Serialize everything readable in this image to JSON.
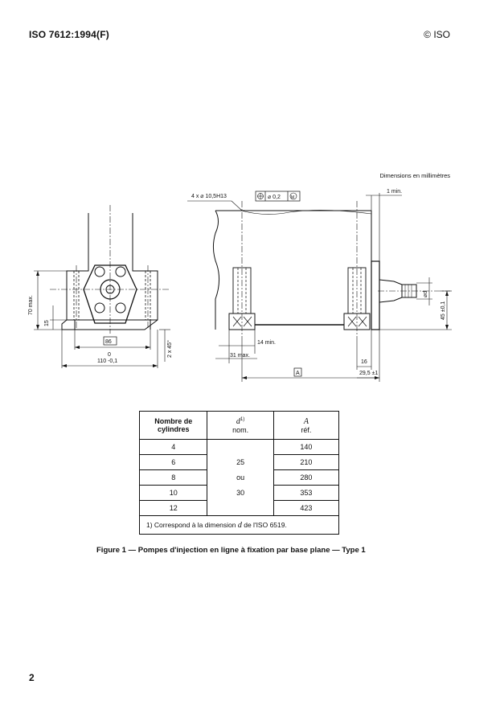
{
  "header": {
    "standard": "ISO 7612:1994(F)",
    "copyright": "© ISO"
  },
  "units_note": "Dimensions en millimètres",
  "drawing": {
    "labels": {
      "hole_spec": "4 x ⌀ 10,5H13",
      "tolerance_frame": "⌀ 0,2",
      "min_1": "1 min.",
      "height_70": "70 max.",
      "dim_15": "15",
      "chamfer": "2 x 45°",
      "width_86": "86",
      "width_110_top": "0",
      "width_110": "110 -0,1",
      "min_14": "14 min.",
      "max_31": "31 max.",
      "dim_16": "16",
      "dim_29": "29,5 ±1",
      "dim_45": "45 ±0,1",
      "dia_d": "⌀d",
      "box_A": "A"
    }
  },
  "table": {
    "headers": {
      "col1": "Nombre de cylindres",
      "col2_sym": "d",
      "col2_sup": "1)",
      "col2_sub": "nom.",
      "col3_sym": "A",
      "col3_sub": "réf."
    },
    "rows": [
      {
        "cyl": "4",
        "d": "",
        "a": "140"
      },
      {
        "cyl": "6",
        "d": "25",
        "a": "210"
      },
      {
        "cyl": "8",
        "d": "ou",
        "a": "280"
      },
      {
        "cyl": "10",
        "d": "30",
        "a": "353"
      },
      {
        "cyl": "12",
        "d": "",
        "a": "423"
      }
    ],
    "footnote_pre": "1)  Correspond à la dimension ",
    "footnote_sym": "d",
    "footnote_post": " de l'ISO 6519."
  },
  "caption": "Figure 1 — Pompes d'injection en ligne à fixation par base plane — Type 1",
  "page_number": "2"
}
